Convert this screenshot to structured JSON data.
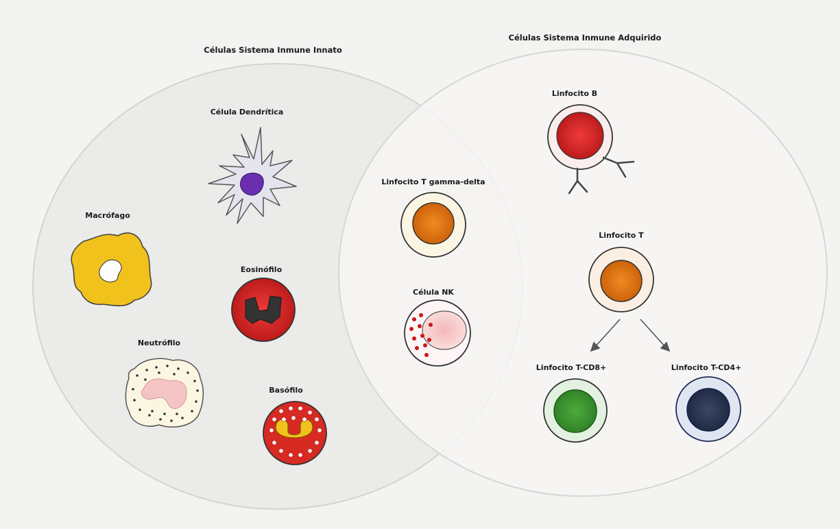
{
  "innate": {
    "title": "Células Sistema Inmune Innato",
    "cells": {
      "dendritic": "Célula Dendrítica",
      "macrophage": "Macrófago",
      "eosinophil": "Eosinófilo",
      "neutrophil": "Neutrófilo",
      "basophil": "Basófilo"
    }
  },
  "adaptive": {
    "title": "Células Sistema Inmune Adquirido",
    "cells": {
      "b_lymphocyte": "Linfocito B",
      "t_lymphocyte": "Linfocito T",
      "cd8": "Linfocito T-CD8+",
      "cd4": "Linfocito T-CD4+"
    }
  },
  "shared": {
    "gamma_delta": "Linfocito T gamma-delta",
    "nk": "Célula NK"
  },
  "colors": {
    "circle_fill": "#ececea",
    "circle_stroke": "#d6d6d4",
    "red_nucleus": "#d62424",
    "orange_nucleus": "#e07812",
    "green_nucleus": "#3e9a32",
    "navy_nucleus": "#2a3550",
    "purple_nucleus": "#6a2fb0",
    "yellow_cell": "#f2c21c"
  }
}
